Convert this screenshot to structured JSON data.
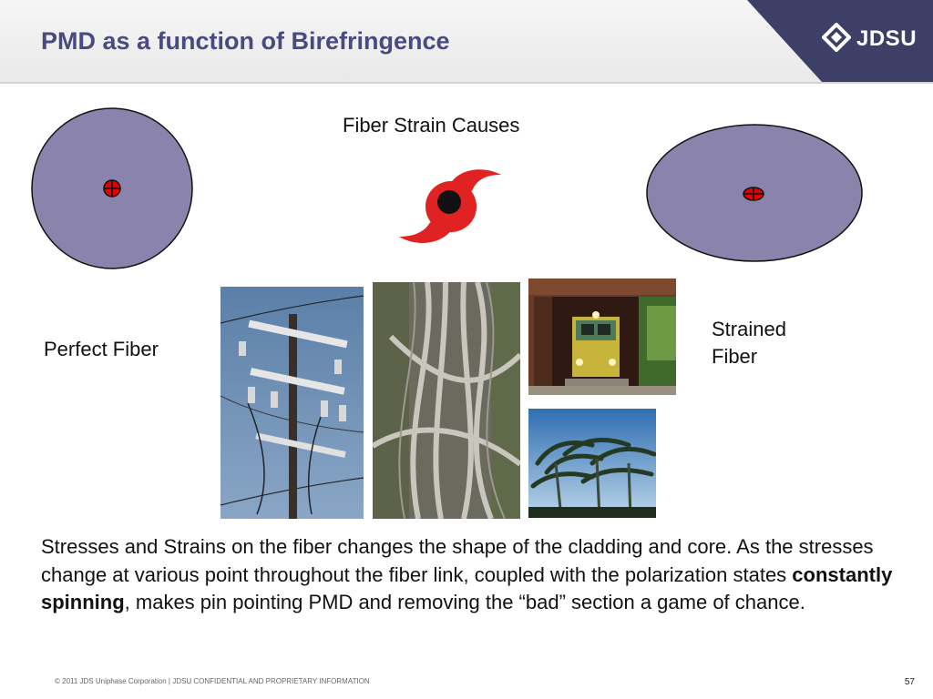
{
  "header": {
    "title": "PMD as a function of Birefringence",
    "logo_text": "JDSU"
  },
  "labels": {
    "center_title": "Fiber Strain Causes",
    "left": "Perfect Fiber",
    "right_line1": "Strained",
    "right_line2": "Fiber"
  },
  "images": {
    "storm": "hurricane-symbol",
    "power_lines": "utility-pole-photo",
    "highway": "highway-interchange-photo",
    "train": "train-on-bridge-photo",
    "palms": "wind-blown-palms-photo"
  },
  "body": {
    "text_before": "Stresses and Strains on the fiber changes the shape of the cladding and core. As the stresses change at various point throughout the fiber link, coupled with the polarization states ",
    "text_bold": "constantly spinning",
    "text_after": ", makes pin pointing PMD and removing the “bad” section a game of chance."
  },
  "footer": {
    "copyright": "© 2011 JDS Uniphase Corporation   |   JDSU CONFIDENTIAL AND PROPRIETARY INFORMATION",
    "page_number": "57"
  },
  "colors": {
    "title": "#4a4a82",
    "logo_band": "#3d3f66",
    "fiber_fill": "#8a84ad",
    "core": "#e30000"
  }
}
